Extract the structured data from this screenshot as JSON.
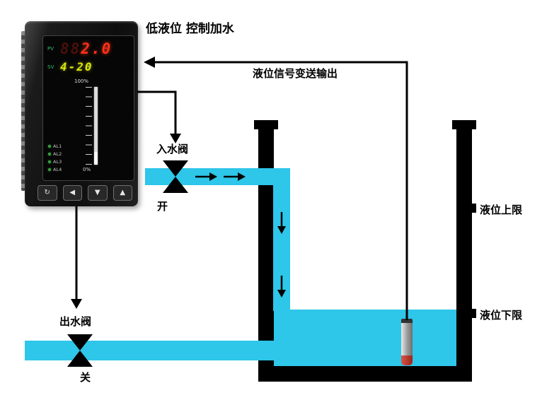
{
  "title": "低液位 控制加水",
  "annotations": {
    "signal_output": "液位信号变送输出",
    "inlet_valve": "入水阀",
    "inlet_valve_state": "开",
    "outlet_valve": "出水阀",
    "outlet_valve_state": "关",
    "level_high": "液位上限",
    "level_low": "液位下限"
  },
  "controller": {
    "pv_label": "PV",
    "pv_ghost": "88",
    "pv_value": "2.0",
    "sv_label": "SV",
    "sv_value": "4-20",
    "scale_top": "100%",
    "scale_bottom": "0%",
    "alarms": [
      "AL1",
      "AL2",
      "AL3",
      "AL4"
    ],
    "buttons": [
      "↻",
      "◀",
      "▼",
      "▲"
    ]
  },
  "colors": {
    "water": "#2ec6e9",
    "pv_red": "#ff3018",
    "sv_yellow": "#d9e60a",
    "line_black": "#000000"
  }
}
